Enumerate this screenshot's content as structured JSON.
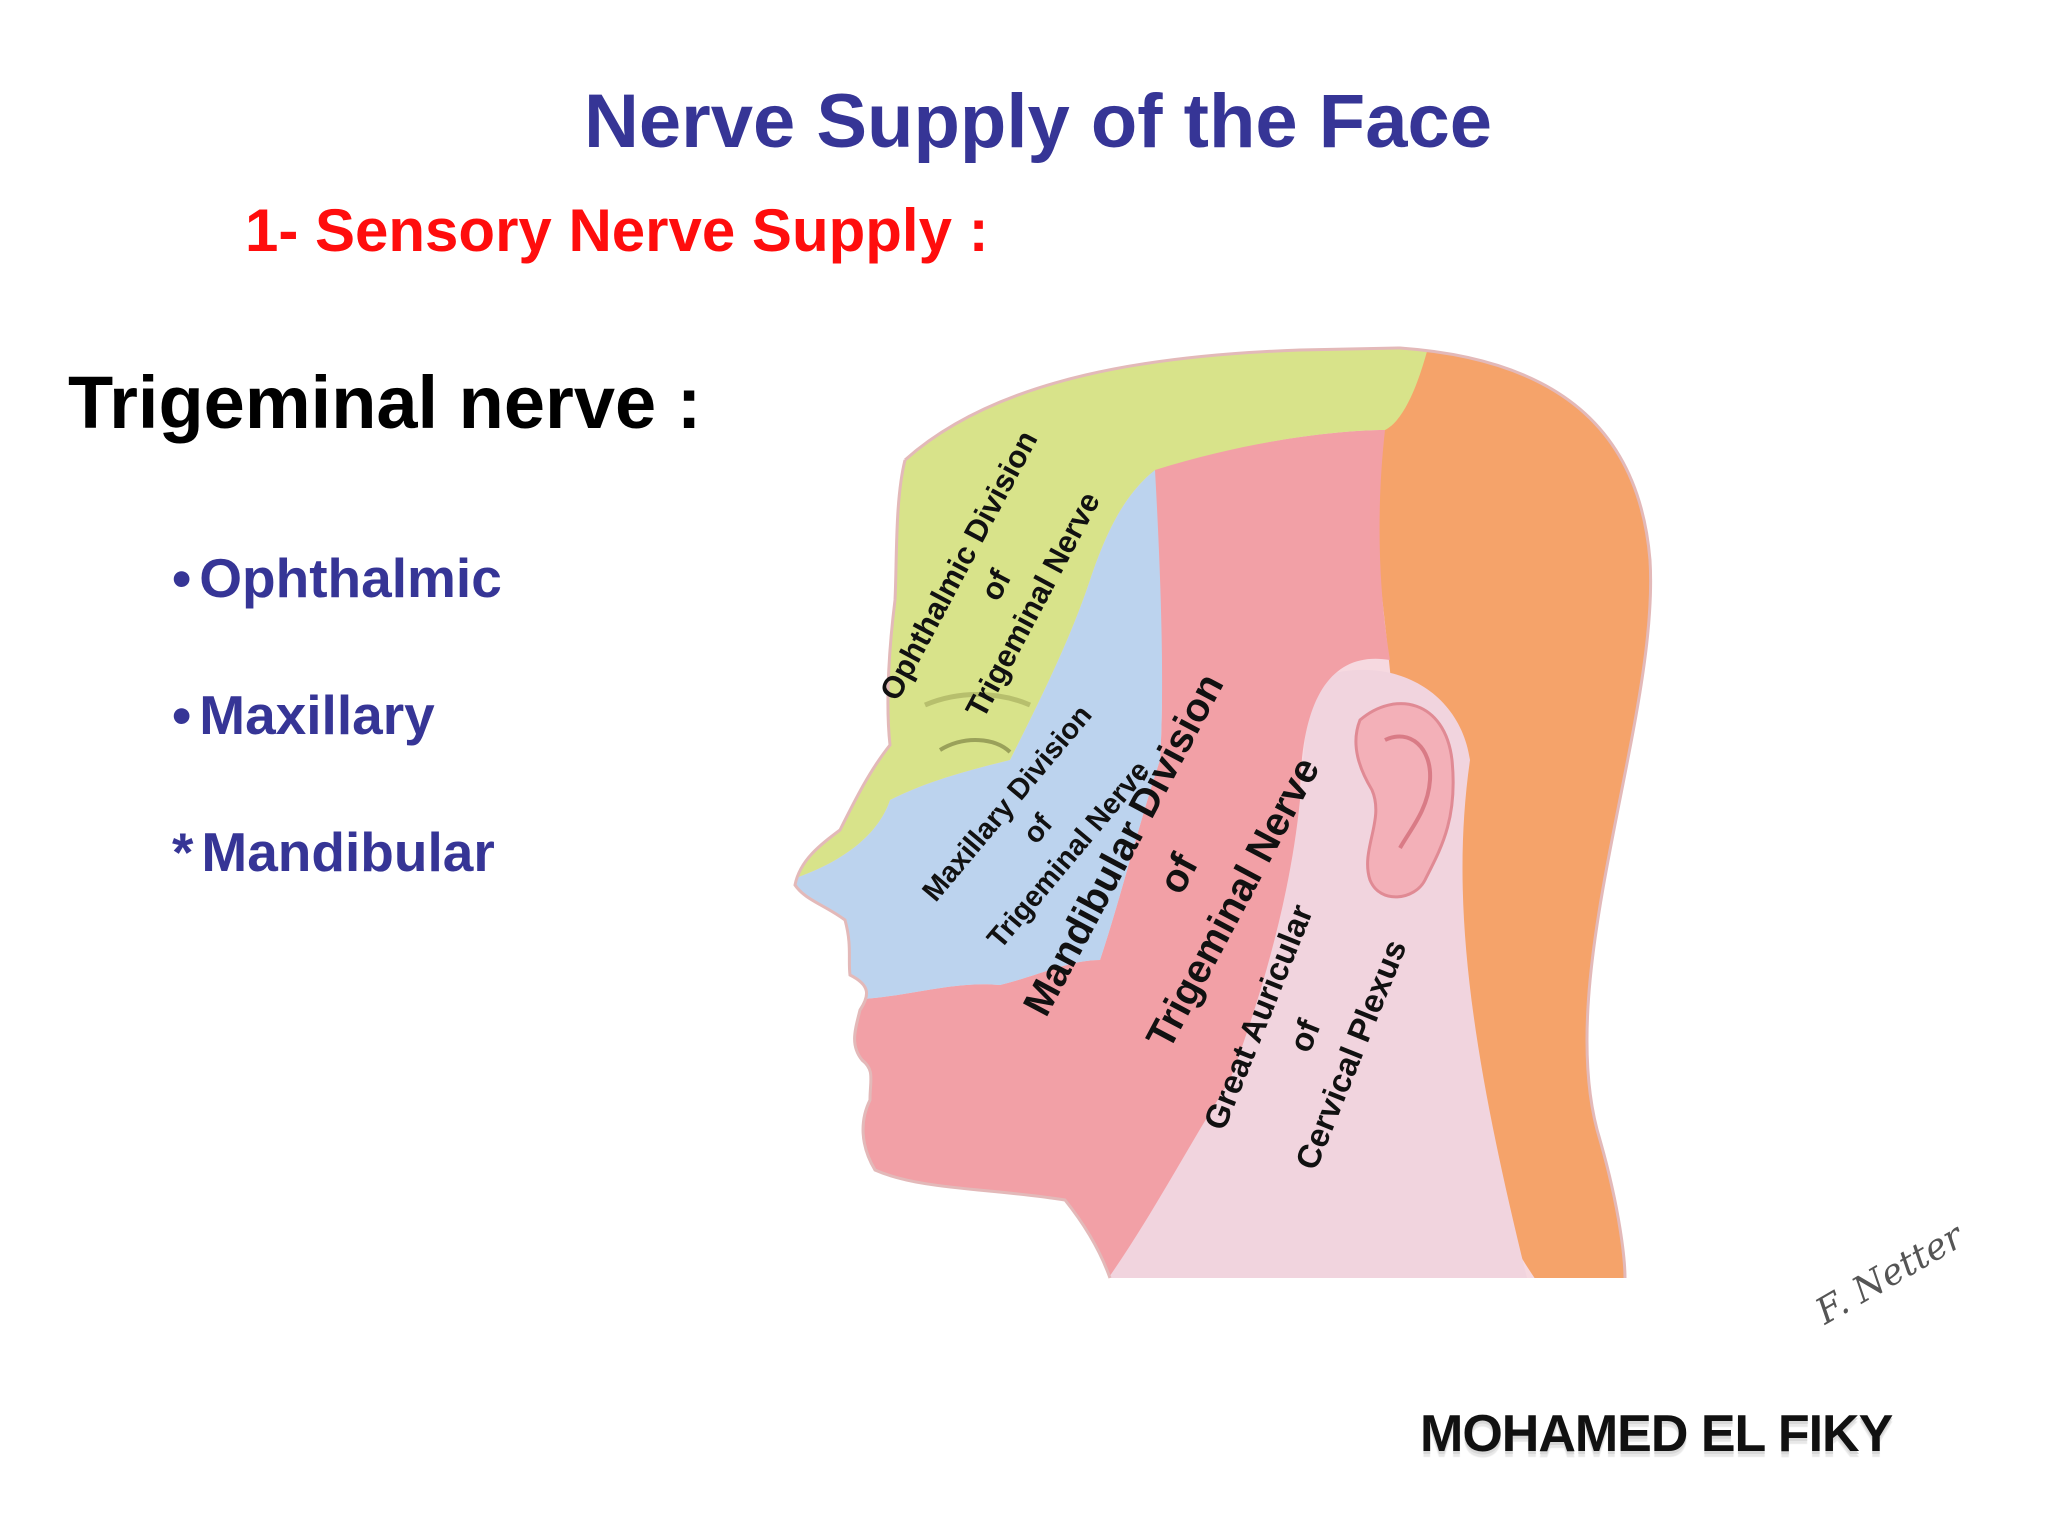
{
  "slide": {
    "title": "Nerve Supply of the Face",
    "subtitle": "1- Sensory Nerve Supply :",
    "heading": "Trigeminal nerve :",
    "branches": [
      {
        "bullet": "•",
        "label": "Ophthalmic"
      },
      {
        "bullet": "•",
        "label": "Maxillary"
      },
      {
        "bullet": "*",
        "label": "Mandibular"
      }
    ],
    "author": "MOHAMED EL FIKY",
    "signature": "F. Netter"
  },
  "diagram": {
    "regions": [
      {
        "name": "ophthalmic",
        "color": "#d8e38a",
        "label": [
          "Ophthalmic Division",
          "of",
          "Trigeminal Nerve"
        ]
      },
      {
        "name": "maxillary",
        "color": "#bcd3ee",
        "label": [
          "Maxillary Division",
          "of",
          "Trigeminal Nerve"
        ]
      },
      {
        "name": "mandibular",
        "color": "#f2a0a6",
        "label": [
          "Mandibular Division",
          "of",
          "Trigeminal Nerve"
        ]
      },
      {
        "name": "great-auricular",
        "color": "#f1d4de",
        "label": [
          "Great Auricular",
          "of",
          "Cervical  Plexus"
        ]
      },
      {
        "name": "cervical-dorsal",
        "color": "#f5a36a"
      }
    ]
  }
}
